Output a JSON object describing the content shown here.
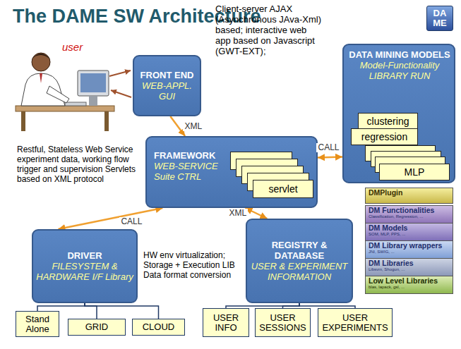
{
  "diagram": {
    "title": "The DAME SW Architecture",
    "nodes": [
      {
        "text": [
          "FRONT END",
          "WEB-APPL. GUI"
        ]
      },
      {
        "text": [
          "DATA MINING MODELS",
          "Model-Functionality LIBRARY RUN"
        ]
      },
      {
        "text": [
          "clustering"
        ],
        "in": 1
      },
      {
        "text": [
          "regression"
        ],
        "in": 1
      },
      {
        "text": [
          "MLP"
        ],
        "in": 1
      },
      {
        "text": [
          "FRAMEWORK",
          "WEB-SERVICE Suite CTRL"
        ]
      },
      {
        "text": [
          "servlet"
        ],
        "in": 5
      },
      {
        "text": [
          "DMPlugin"
        ]
      },
      {
        "text": [
          "DM Functionalities",
          "Classification, Regression, ..."
        ]
      },
      {
        "text": [
          "DM Models",
          "SOM, MLP, PPS, ..."
        ]
      },
      {
        "text": [
          "DM Library wrappers",
          "JNI, SWIG, ..."
        ]
      },
      {
        "text": [
          "DM Libraries",
          "Libsvm, Shogun, ..."
        ]
      },
      {
        "text": [
          "Low Level Libraries",
          "blas, lapack, gsl, ..."
        ]
      },
      {
        "text": [
          "DRIVER",
          "FILESYSTEM & HARDWARE I/F Library"
        ]
      },
      {
        "text": [
          "REGISTRY & DATABASE",
          "USER & EXPERIMENT INFORMATION"
        ]
      },
      {
        "text": [
          "Stand Alone"
        ]
      },
      {
        "text": [
          "GRID"
        ]
      },
      {
        "text": [
          "CLOUD"
        ]
      },
      {
        "text": [
          "USER INFO"
        ]
      },
      {
        "text": [
          "USER SESSIONS"
        ]
      },
      {
        "text": [
          "USER EXPERIMENTS"
        ]
      }
    ],
    "edges": [
      {
        "from": 0,
        "to": 5,
        "label": "XML",
        "arrow": "to"
      },
      {
        "from": 5,
        "to": 1,
        "label": "CALL",
        "arrow": "both"
      },
      {
        "from": 5,
        "to": 13,
        "label": "CALL",
        "arrow": "both"
      },
      {
        "from": 5,
        "to": 14,
        "label": "XML",
        "arrow": "both"
      },
      {
        "from": 13,
        "to": 15,
        "arrow": "none"
      },
      {
        "from": 13,
        "to": 16,
        "arrow": "none"
      },
      {
        "from": 13,
        "to": 17,
        "arrow": "none"
      },
      {
        "from": 14,
        "to": 18,
        "arrow": "none"
      },
      {
        "from": 14,
        "to": 19,
        "arrow": "none"
      },
      {
        "from": 14,
        "to": 20,
        "arrow": "none"
      }
    ],
    "labels": [
      "user",
      "Client-server AJAX (Asynchronous JAva-Xml) based; interactive web app based on Javascript (GWT-EXT);",
      "Restful, Stateless Web Service experiment data, working flow trigger and supervision Servlets based on XML protocol",
      "HW env virtualization; Storage + Execution LIB Data format conversion",
      "DA ME"
    ]
  }
}
